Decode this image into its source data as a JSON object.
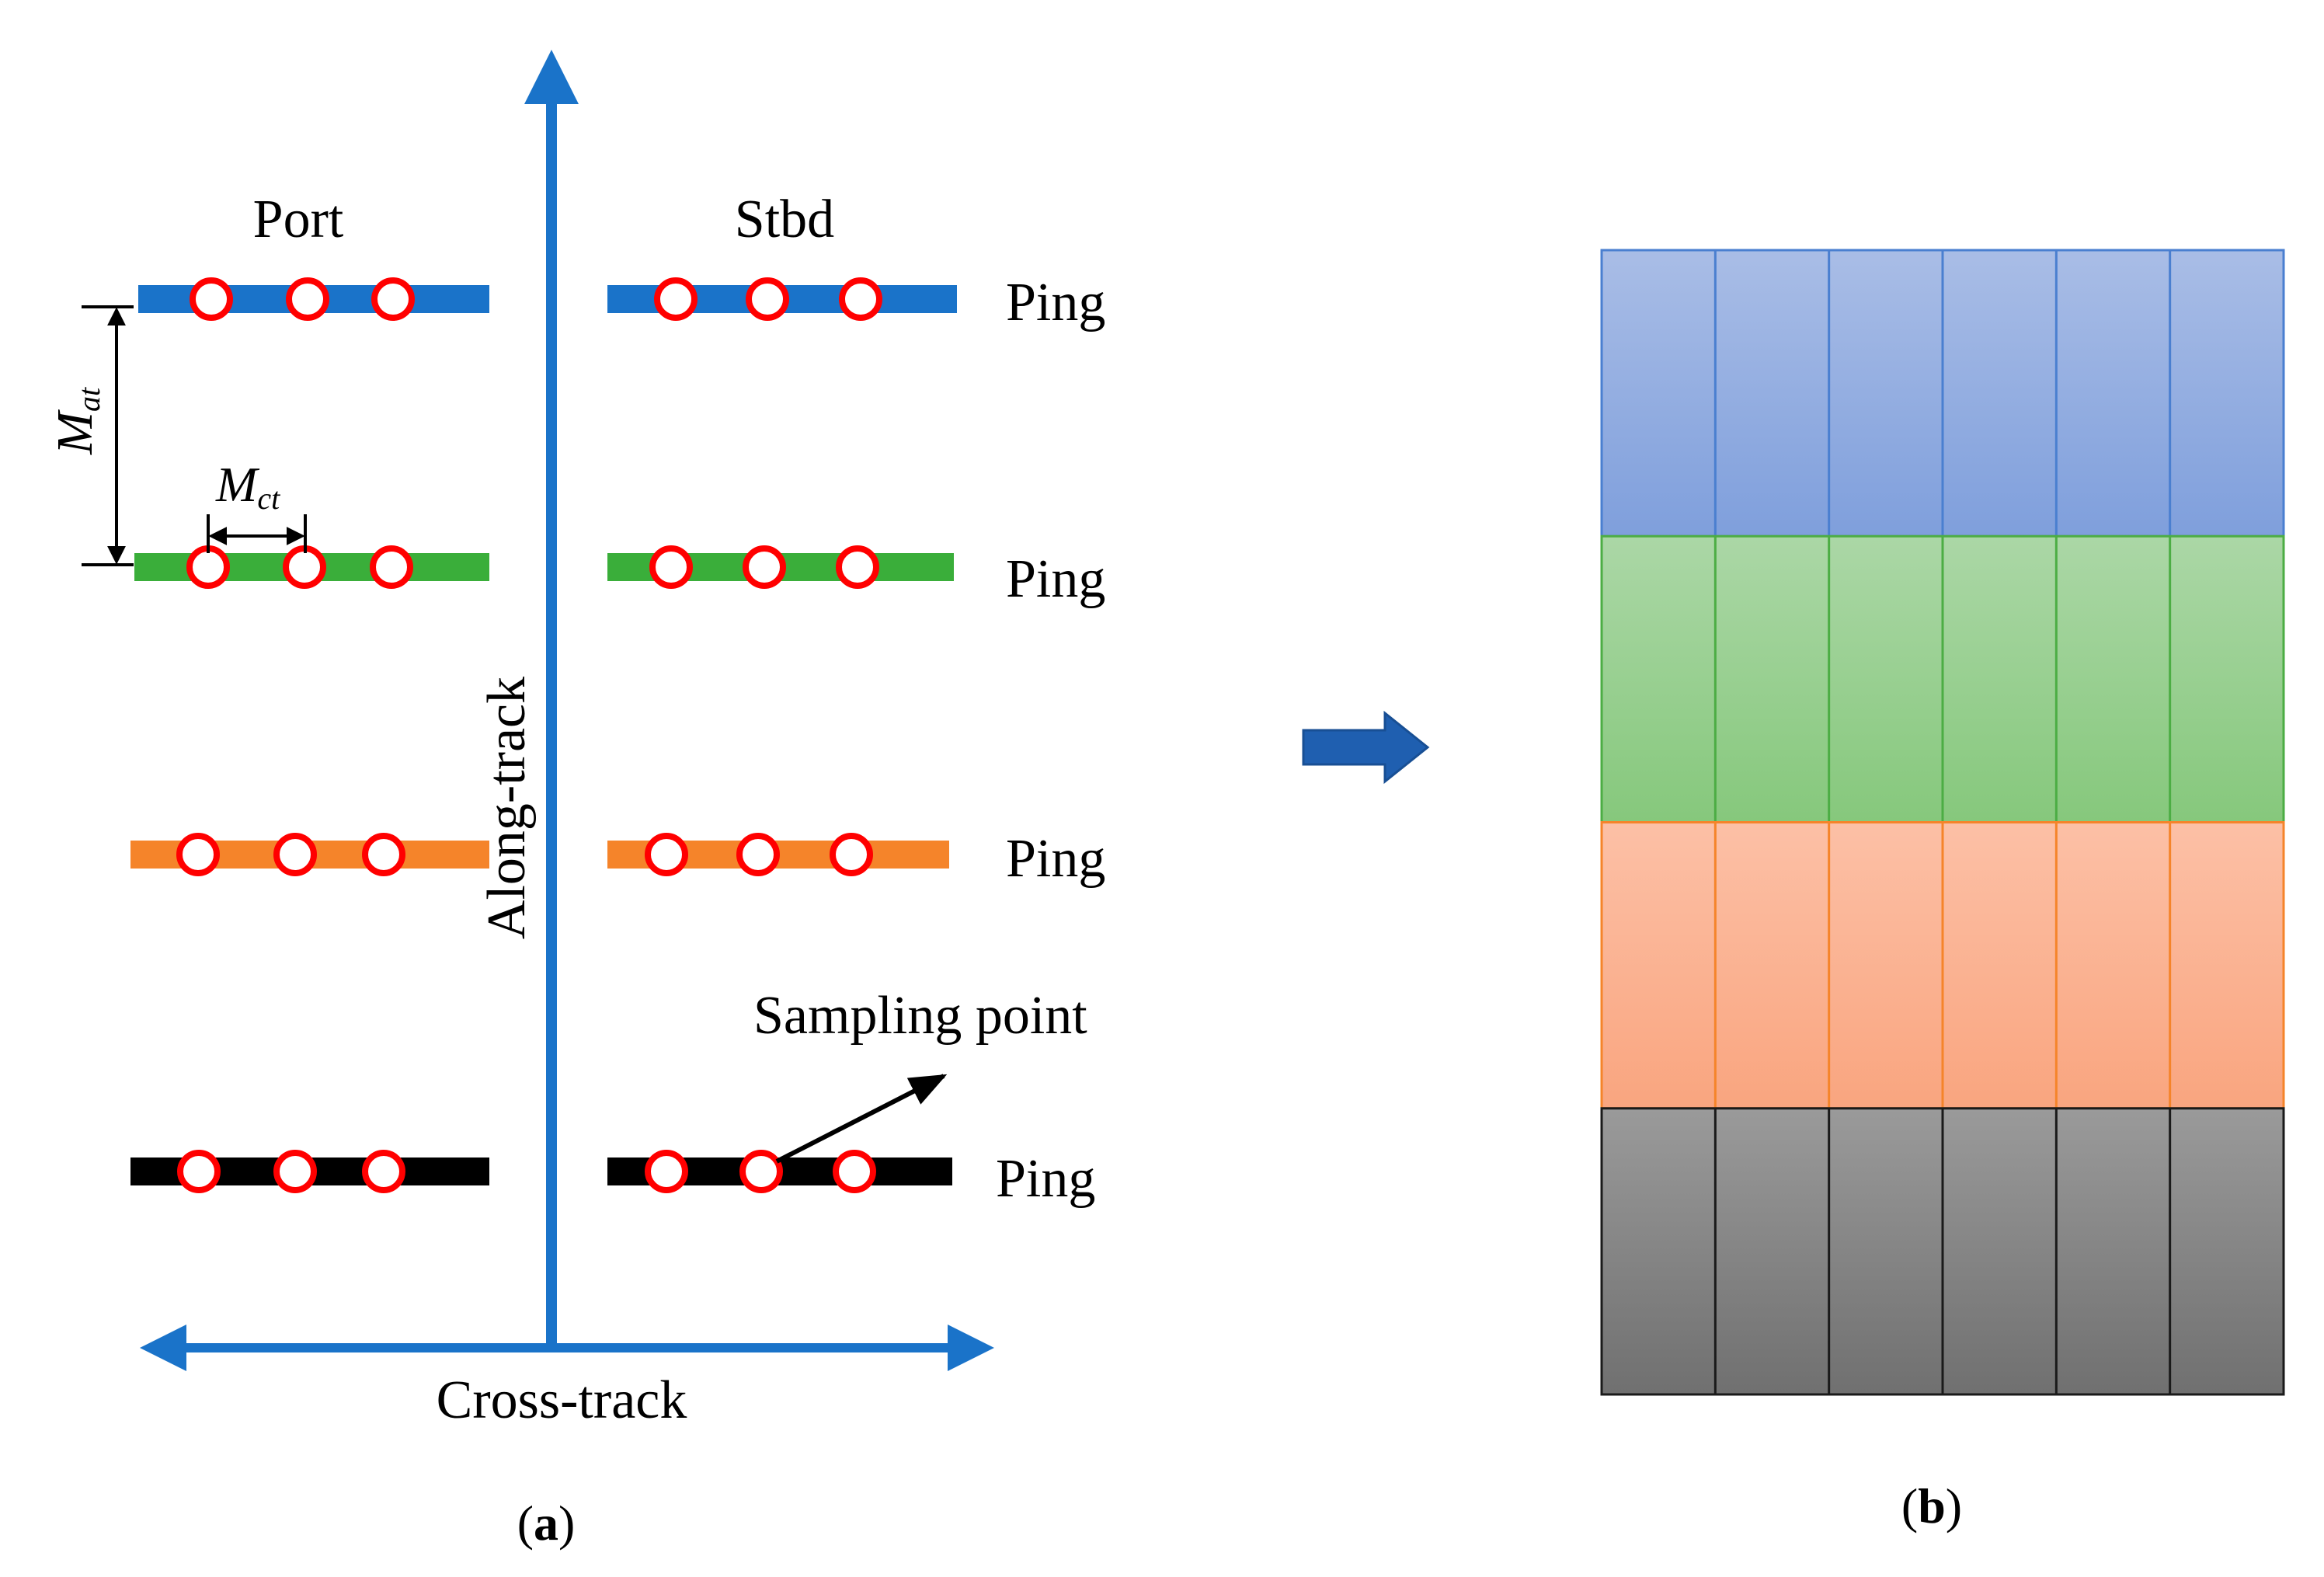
{
  "panel_a": {
    "port_label": "Port",
    "stbd_label": "Stbd",
    "ping_label": "Ping",
    "along_track_label": "Along-track",
    "cross_track_label": "Cross-track",
    "sampling_point_label": "Sampling point",
    "m_at": {
      "main": "M",
      "subscript": "at"
    },
    "m_ct": {
      "main": "M",
      "subscript": "ct"
    },
    "pings": [
      {
        "color": "#1a73c9"
      },
      {
        "color": "#3aae3a"
      },
      {
        "color": "#f5842a"
      },
      {
        "color": "#000000"
      }
    ],
    "sampling_marker_color": "#ff0000",
    "axis_color": "#1a73c9",
    "caption": {
      "open": "(",
      "letter": "a",
      "close": ")"
    }
  },
  "arrow_color": "#1f5fb0",
  "panel_b": {
    "columns": 6,
    "rows": [
      {
        "fill_top": "#a9bde6",
        "fill_bottom": "#7f9fdc",
        "border": "#4a7fd0"
      },
      {
        "fill_top": "#abd7a6",
        "fill_bottom": "#86c87c",
        "border": "#4cad44"
      },
      {
        "fill_top": "#fcc0a6",
        "fill_bottom": "#f9a57f",
        "border": "#f5842a"
      },
      {
        "fill_top": "#9a9a9a",
        "fill_bottom": "#707070",
        "border": "#1a1a1a"
      }
    ],
    "caption": {
      "open": "(",
      "letter": "b",
      "close": ")"
    }
  }
}
